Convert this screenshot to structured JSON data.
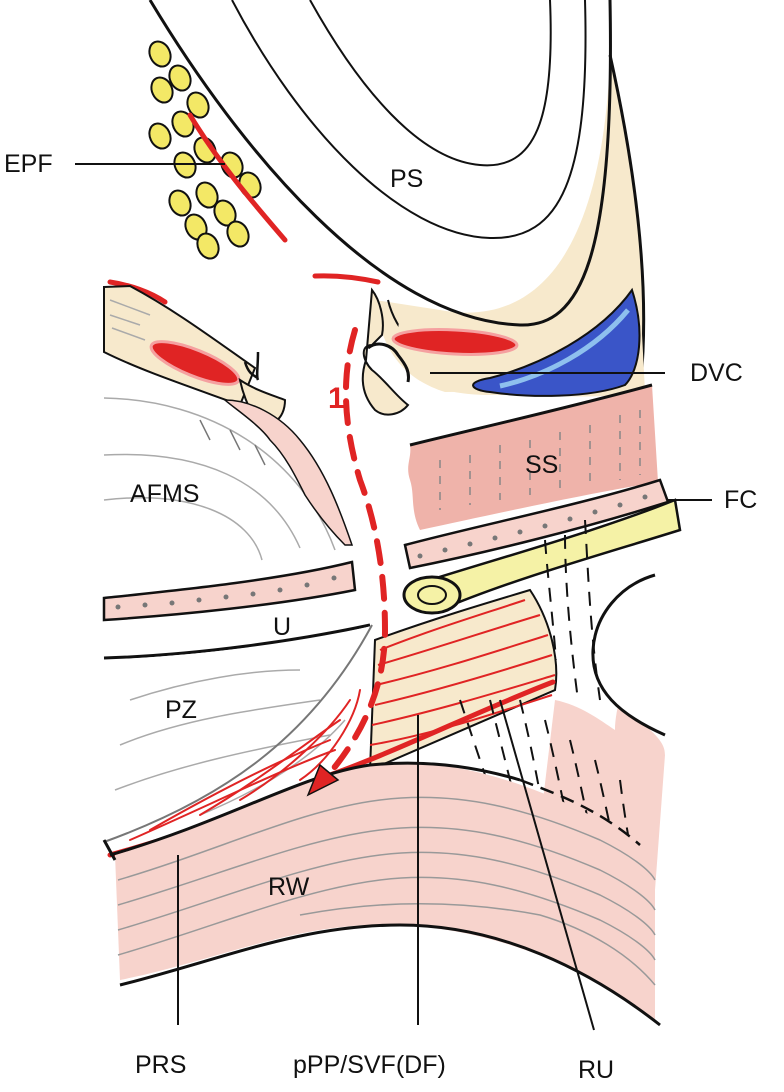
{
  "diagram": {
    "labels": {
      "epf": "EPF",
      "ps": "PS",
      "dvc": "DVC",
      "ss": "SS",
      "fc": "FC",
      "afms": "AFMS",
      "u": "U",
      "pz": "PZ",
      "rw": "RW",
      "prs": "PRS",
      "ppp": "pPP/SVF(DF)",
      "ru": "RU"
    },
    "step_marker": "1",
    "colors": {
      "red": "#e02424",
      "fat_yellow": "#f3e866",
      "tissue_beige": "#f7e9cc",
      "tissue_pink": "#f7d3cc",
      "ss_pink": "#efb3aa",
      "vein_blue": "#3a55c8",
      "vein_light": "#8ec0ee",
      "outline": "#111111",
      "gray_line": "#999999"
    }
  }
}
